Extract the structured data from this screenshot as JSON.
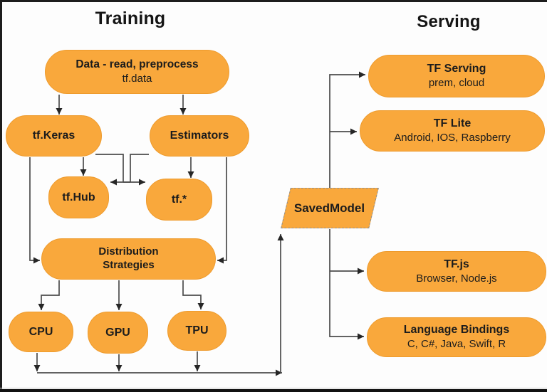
{
  "titles": {
    "training": "Training",
    "serving": "Serving"
  },
  "colors": {
    "node_fill": "#f9a83c",
    "node_edge": "#ee9b2d",
    "line_color": "#4c4c4c",
    "arrow_fill": "#262626",
    "text_color": "#1c1c1c"
  },
  "nodes": {
    "data": {
      "title": "Data - read, preprocess",
      "subtitle": "tf.data"
    },
    "keras": {
      "title": "tf.Keras"
    },
    "estimators": {
      "title": "Estimators"
    },
    "hub": {
      "title": "tf.Hub"
    },
    "tf_star": {
      "title": "tf.*"
    },
    "distribution": {
      "title": "Distribution Strategies"
    },
    "cpu": {
      "title": "CPU"
    },
    "gpu": {
      "title": "GPU"
    },
    "tpu": {
      "title": "TPU"
    },
    "saved_model": {
      "title": "SavedModel"
    },
    "tf_serving": {
      "title": "TF Serving",
      "subtitle": "prem, cloud"
    },
    "tf_lite": {
      "title": "TF Lite",
      "subtitle": "Android, IOS, Raspberry"
    },
    "tf_js": {
      "title": "TF.js",
      "subtitle": "Browser, Node.js"
    },
    "language_bindings": {
      "title": "Language Bindings",
      "subtitle": "C, C#, Java, Swift, R"
    }
  }
}
